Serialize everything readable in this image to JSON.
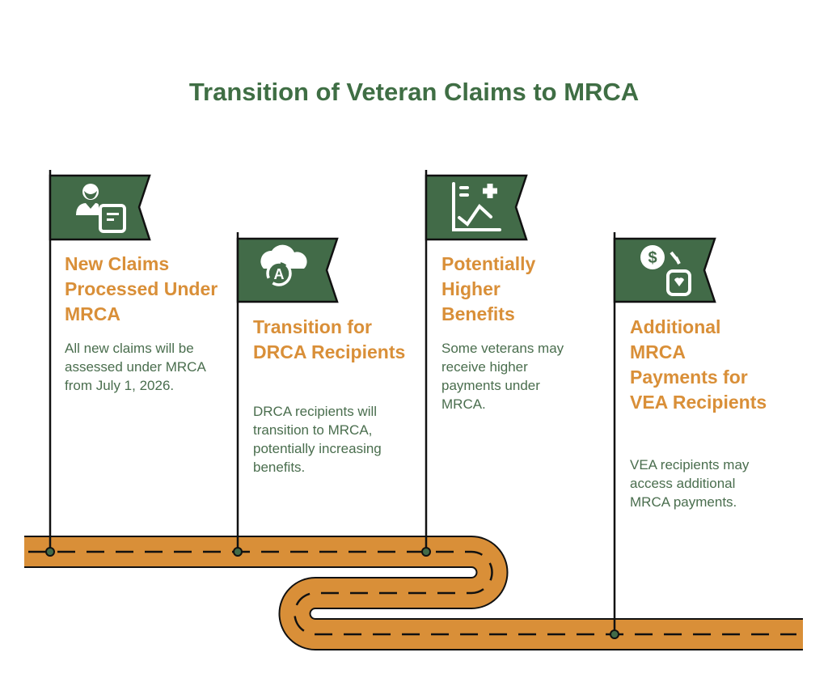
{
  "title": "Transition of Veteran Claims to MRCA",
  "colors": {
    "flag": "#426b48",
    "road": "#d98f38",
    "heading": "#d98f38",
    "title": "#3f6e44",
    "body": "#4a6e4e"
  },
  "milestones": [
    {
      "icon": "person-document-icon",
      "heading": "New Claims Processed Under MRCA",
      "text": "All new claims will be assessed under MRCA from July 1, 2026."
    },
    {
      "icon": "cloud-sync-icon",
      "heading": "Transition for DRCA Recipients",
      "text": "DRCA recipients will transition to MRCA, potentially increasing benefits."
    },
    {
      "icon": "chart-plus-icon",
      "heading": "Potentially Higher Benefits",
      "text": "Some veterans may receive higher payments under MRCA."
    },
    {
      "icon": "money-jar-icon",
      "heading": "Additional MRCA Payments for VEA Recipients",
      "text": "VEA recipients may access additional MRCA payments."
    }
  ]
}
